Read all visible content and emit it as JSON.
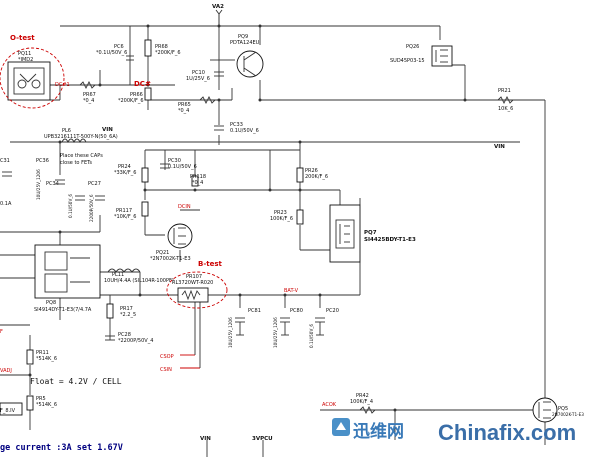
{
  "annotations": {
    "o_test": "O-test",
    "b_test": "B-test",
    "place_caps_1": "Place these CAPs",
    "place_caps_2": "close to FETs",
    "float": "Float = 4.2V / CELL",
    "charge_current": "ge current :3A set 1.67V"
  },
  "nets": {
    "va2": "VA2",
    "vin": "VIN",
    "vin_right": "VIN",
    "vin_bottom": "VIN",
    "vpcu": "3VPCU",
    "dcin": "DCIN",
    "dcin_upper": "DC#",
    "dcin_mid": "DC#1",
    "bat_v": "BAT-V",
    "csop": "CSOP",
    "csin": "CSIN",
    "acok": "ACOK",
    "vadj": "VADJ",
    "left_label": "F_8.IV"
  },
  "parts": {
    "pq11": {
      "ref": "PQ11",
      "val": "*IMD2"
    },
    "pc6": {
      "ref": "PC6",
      "val": "*0.1U/50V_6"
    },
    "pr68": {
      "ref": "PR68",
      "val": "*200K/F_6"
    },
    "pr67": {
      "ref": "PR67",
      "val": "*0_4"
    },
    "pr66": {
      "ref": "PR66",
      "val": "*200K/F_6"
    },
    "pr65": {
      "ref": "PR65",
      "val": "*0_4"
    },
    "pq9": {
      "ref": "PQ9",
      "val": "PDTA124EU"
    },
    "pc10": {
      "ref": "PC10",
      "val": "1U/25V_6"
    },
    "pc33": {
      "ref": "PC33",
      "val": "0.1U/50V_6"
    },
    "pq26": {
      "ref": "PQ26",
      "val": "SUD45P03-15"
    },
    "pr21": {
      "ref": "PR21",
      "val": "10K_6"
    },
    "pl6": {
      "ref": "PL6",
      "val": "UPB3216111T-500Y-N(50_6A)"
    },
    "pc31": {
      "ref": "C31",
      "val": ""
    },
    "pc36": {
      "ref": "PC36",
      "val": "10U/25V_1206"
    },
    "pc34": {
      "ref": "PC34",
      "val": "0.1U/50V_6"
    },
    "pc27": {
      "ref": "PC27",
      "val": "2200P/50V_6"
    },
    "pr24": {
      "ref": "PR24",
      "val": "*33K/F_6"
    },
    "pc30": {
      "ref": "PC30",
      "val": "0.1U/50V_6"
    },
    "pr118": {
      "ref": "PR118",
      "val": "*0_4"
    },
    "pr26": {
      "ref": "PR26",
      "val": "200K/F_6"
    },
    "pr117": {
      "ref": "PR117",
      "val": "*10K/F_6"
    },
    "pq21": {
      "ref": "PQ21",
      "val": "*2N7002K-T1-E3"
    },
    "pr23": {
      "ref": "PR23",
      "val": "100K/F_6"
    },
    "pq7": {
      "ref": "PQ7",
      "val": "SI4425BDY-T1-E3"
    },
    "pq8": {
      "ref": "PQ8",
      "val": "SI4914DY-T1-E3(7/4.7A"
    },
    "pl11": {
      "ref": "PL11",
      "val": "10UH/4.4A (SIL104R-100PF)"
    },
    "pr107": {
      "ref": "PR107",
      "val": "RL3720WT-R020"
    },
    "pr17": {
      "ref": "PR17",
      "val": "*2.2_5"
    },
    "pc28": {
      "ref": "PC28",
      "val": "*2200P/50V_4"
    },
    "pc81": {
      "ref": "PC81",
      "val": "10U/25V_1206"
    },
    "pc80": {
      "ref": "PC80",
      "val": "10U/25V_1206"
    },
    "pc20": {
      "ref": "PC20",
      "val": "0.1U/50V_6"
    },
    "pr11": {
      "ref": "PR11",
      "val": "*514K_6"
    },
    "pr5": {
      "ref": "PR5",
      "val": "*514K_6"
    },
    "pr42": {
      "ref": "PR42",
      "val": "100K/F_4"
    },
    "pq5": {
      "ref": "PQ5",
      "val": "2N7002K-T1-E3"
    }
  },
  "left_fragments": {
    "rating": "0.1A",
    "f_label": "F"
  },
  "watermark": {
    "cn": "迅维网",
    "en": "Chinafix.com"
  },
  "colors": {
    "wire": "#333333",
    "highlight": "#cc0000",
    "watermark_bg": "#4a90c8"
  }
}
